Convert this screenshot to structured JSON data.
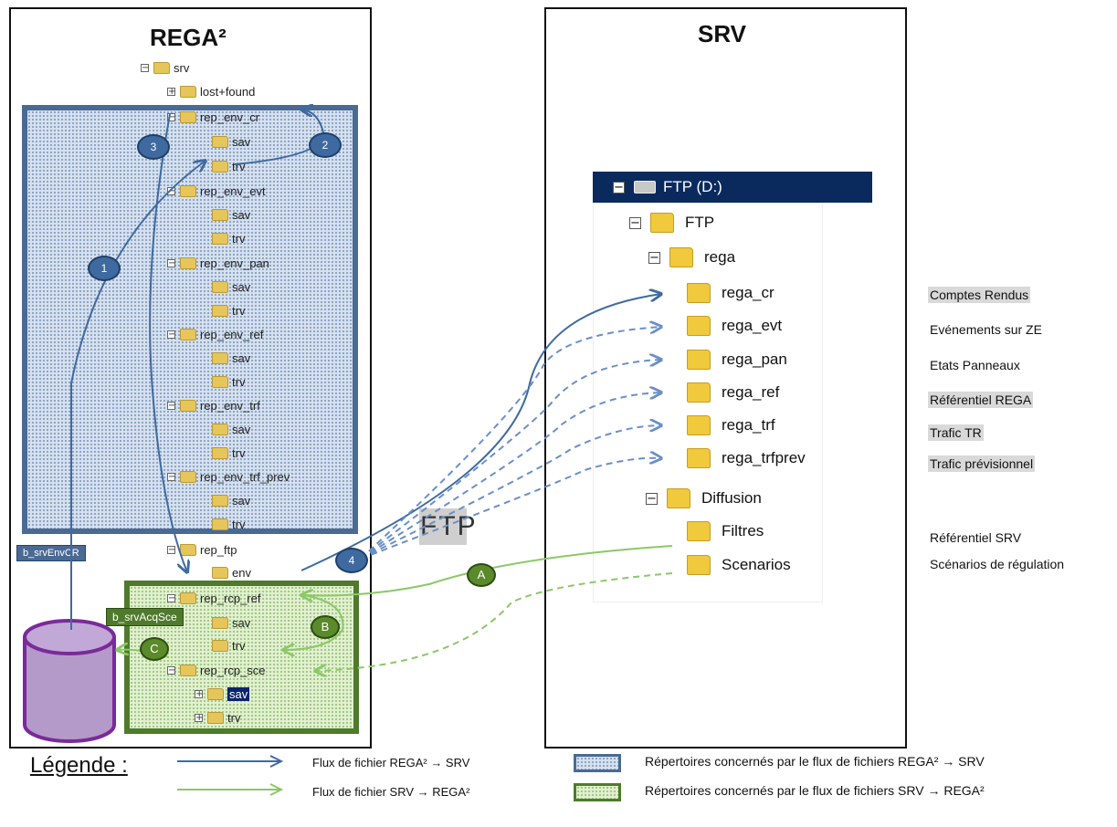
{
  "rega_panel": {
    "title": "REGA²",
    "tree": [
      {
        "label": "srv",
        "toggle": "−"
      },
      {
        "label": "lost+found",
        "toggle": "+"
      },
      {
        "label": "rep_env_cr",
        "toggle": "−"
      },
      {
        "label": "sav",
        "toggle": ""
      },
      {
        "label": "trv",
        "toggle": ""
      },
      {
        "label": "rep_env_evt",
        "toggle": "−"
      },
      {
        "label": "sav",
        "toggle": ""
      },
      {
        "label": "trv",
        "toggle": ""
      },
      {
        "label": "rep_env_pan",
        "toggle": "−"
      },
      {
        "label": "sav",
        "toggle": ""
      },
      {
        "label": "trv",
        "toggle": ""
      },
      {
        "label": "rep_env_ref",
        "toggle": "−"
      },
      {
        "label": "sav",
        "toggle": ""
      },
      {
        "label": "trv",
        "toggle": ""
      },
      {
        "label": "rep_env_trf",
        "toggle": "−"
      },
      {
        "label": "sav",
        "toggle": ""
      },
      {
        "label": "trv",
        "toggle": ""
      },
      {
        "label": "rep_env_trf_prev",
        "toggle": "−"
      },
      {
        "label": "sav",
        "toggle": ""
      },
      {
        "label": "trv",
        "toggle": ""
      },
      {
        "label": "rep_ftp",
        "toggle": "−"
      },
      {
        "label": "env",
        "toggle": ""
      },
      {
        "label": "rep_rcp_ref",
        "toggle": "−"
      },
      {
        "label": "sav",
        "toggle": ""
      },
      {
        "label": "trv",
        "toggle": ""
      },
      {
        "label": "rep_rcp_sce",
        "toggle": "−"
      },
      {
        "label": "sav",
        "toggle": "+"
      },
      {
        "label": "trv",
        "toggle": "+"
      }
    ],
    "tags": {
      "env_cr": "b_srvEnvCR",
      "acq_sce": "b_srvAcqSce"
    }
  },
  "srv_panel": {
    "title": "SRV",
    "drive": "FTP (D:)",
    "tree": [
      {
        "label": "FTP",
        "toggle": "−"
      },
      {
        "label": "rega",
        "toggle": "−"
      },
      {
        "label": "rega_cr",
        "toggle": ""
      },
      {
        "label": "rega_evt",
        "toggle": ""
      },
      {
        "label": "rega_pan",
        "toggle": ""
      },
      {
        "label": "rega_ref",
        "toggle": ""
      },
      {
        "label": "rega_trf",
        "toggle": ""
      },
      {
        "label": "rega_trfprev",
        "toggle": ""
      },
      {
        "label": "Diffusion",
        "toggle": "−"
      },
      {
        "label": "Filtres",
        "toggle": ""
      },
      {
        "label": "Scenarios",
        "toggle": ""
      }
    ]
  },
  "descriptions": [
    "Comptes Rendus",
    "Evénements sur ZE",
    "Etats Panneaux",
    "Référentiel REGA",
    "Trafic TR",
    "Trafic prévisionnel",
    "Référentiel SRV",
    "Scénarios de régulation"
  ],
  "ftp_label": "FTP",
  "badges": {
    "b1": "1",
    "b2": "2",
    "b3": "3",
    "b4": "4",
    "bA": "A",
    "bB": "B",
    "bC": "C"
  },
  "legend": {
    "title": "Légende :",
    "blue_arrow": "Flux de fichier REGA² → SRV",
    "green_arrow": "Flux de fichier SRV → REGA²",
    "blue_zone": "Répertoires concernés par le flux de fichiers REGA² → SRV",
    "green_zone": "Répertoires concernés par le flux de fichiers SRV → REGA²"
  },
  "colors": {
    "blue": "#3f6aa0",
    "dash_blue": "#6a8fc8",
    "green": "#8cc866",
    "dark_green": "#4f7a2c"
  }
}
